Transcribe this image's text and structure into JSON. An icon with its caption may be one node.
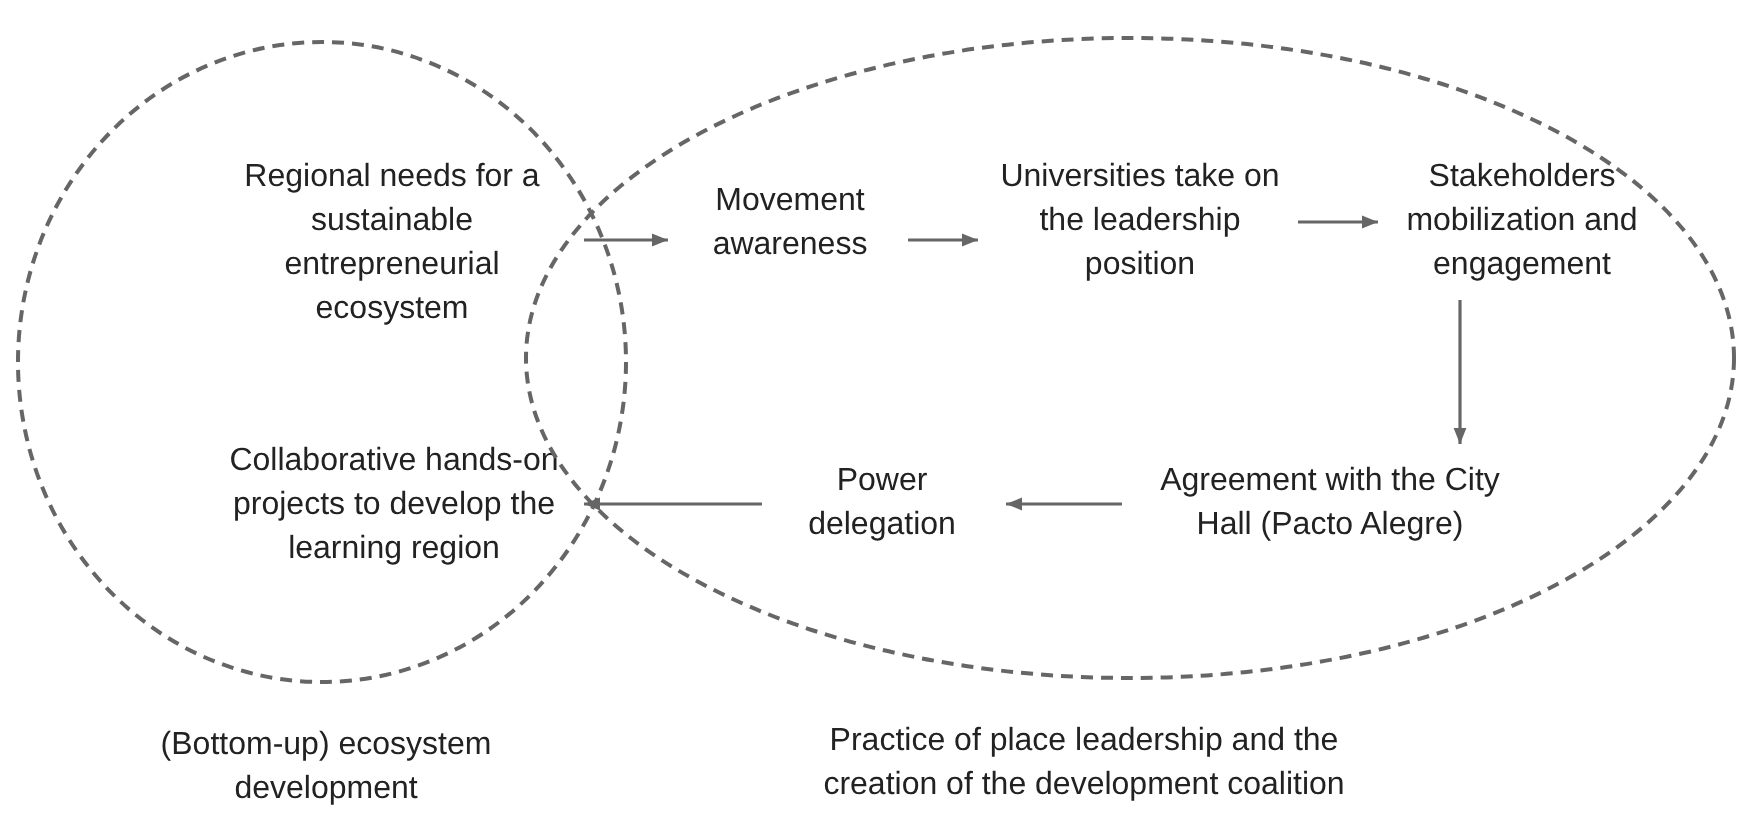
{
  "diagram": {
    "nodes": [
      {
        "text": [
          "(Bottom-up) ecosystem development"
        ]
      },
      {
        "text": [
          "Practice of place leadership and the creation of the development coalition"
        ]
      },
      {
        "text": [
          "Regional needs for a sustainable entrepreneurial ecosystem"
        ],
        "in": 0
      },
      {
        "text": [
          "Movement awareness"
        ],
        "in": 1
      },
      {
        "text": [
          "Universities take on the leadership position"
        ],
        "in": 1
      },
      {
        "text": [
          "Stakeholders mobilization and engagement"
        ],
        "in": 1
      },
      {
        "text": [
          "Agreement with the City Hall (Pacto Alegre)"
        ],
        "in": 1
      },
      {
        "text": [
          "Power delegation"
        ],
        "in": 1
      },
      {
        "text": [
          "Collaborative hands-on projects to develop the learning region"
        ],
        "in": 0
      }
    ],
    "edges": [
      {
        "from": 2,
        "to": 3,
        "arrow": "to"
      },
      {
        "from": 3,
        "to": 4,
        "arrow": "to"
      },
      {
        "from": 4,
        "to": 5,
        "arrow": "to"
      },
      {
        "from": 5,
        "to": 6,
        "arrow": "to"
      },
      {
        "from": 6,
        "to": 7,
        "arrow": "to"
      },
      {
        "from": 7,
        "to": 8,
        "arrow": "to"
      }
    ]
  }
}
